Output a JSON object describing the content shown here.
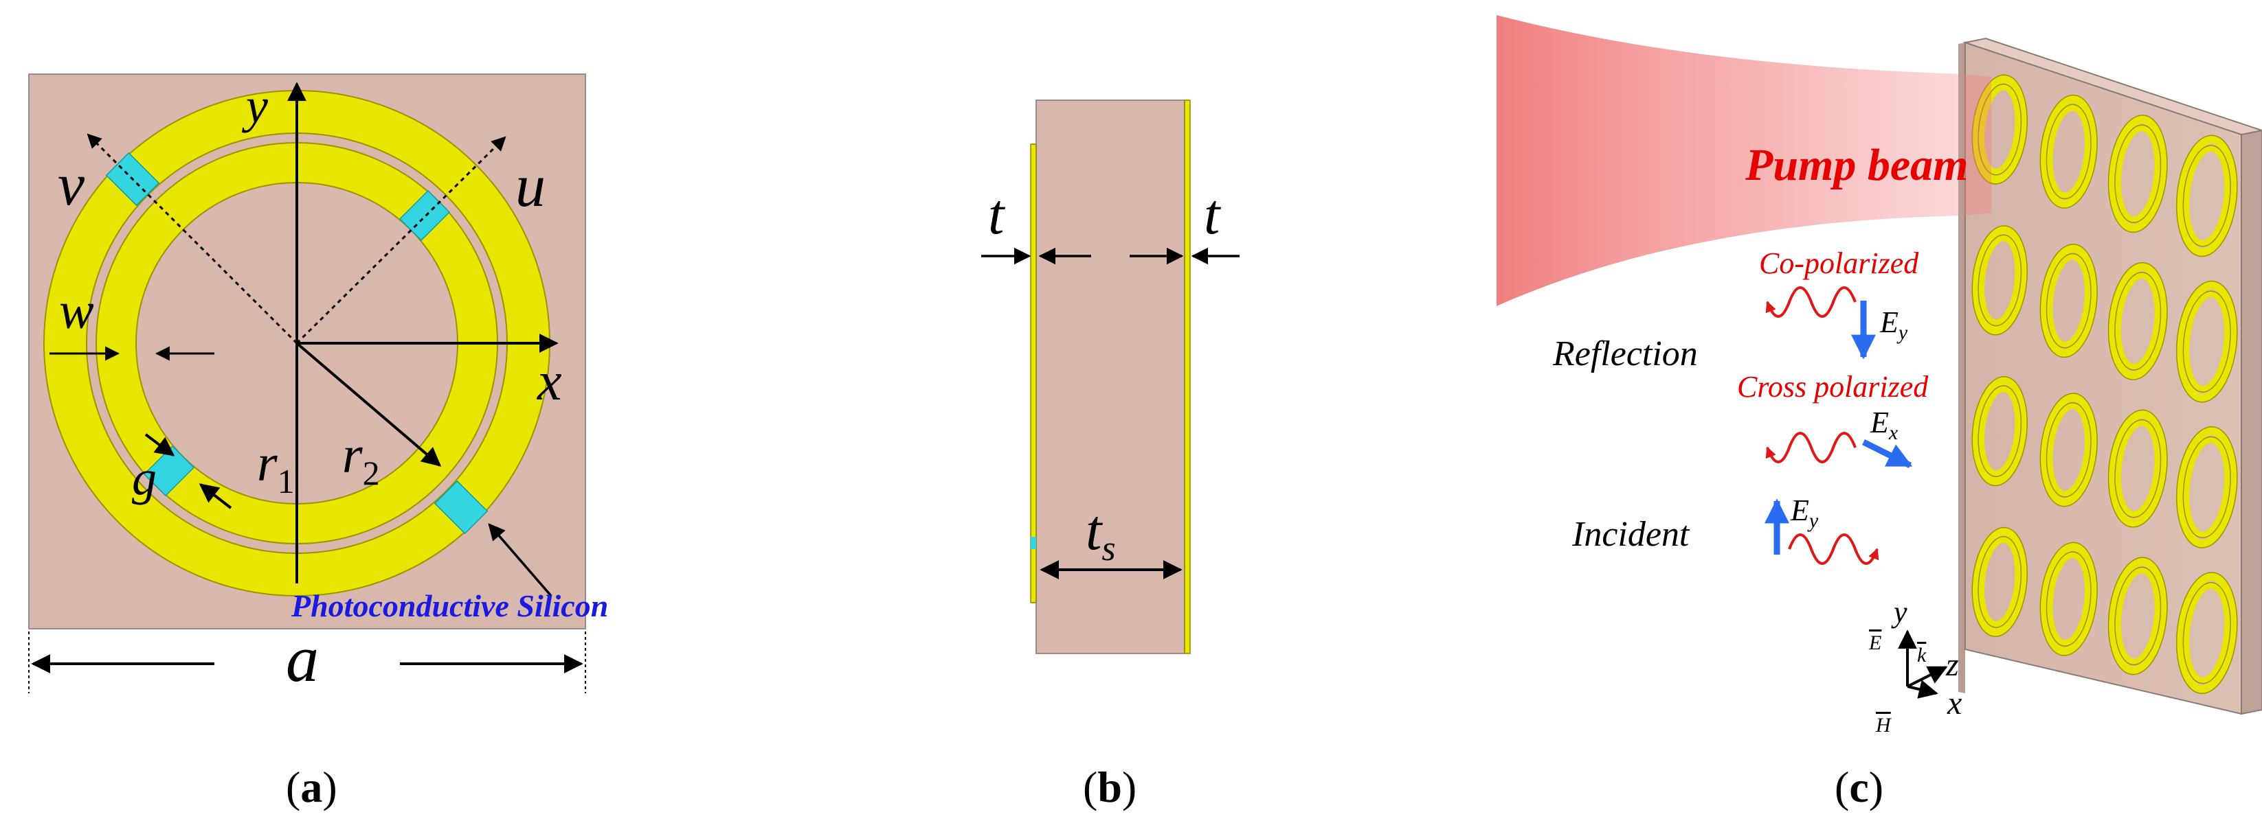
{
  "colors": {
    "substrate": "#d8b8ad",
    "gold": "#e8e600",
    "gold_edge": "#9a9400",
    "silicon": "#33d6e0",
    "pump": "#f0787a",
    "wave_red": "#e01818",
    "label_red": "#e60000",
    "vector_blue": "#2a6cf0",
    "label_blue": "#1a1ae0",
    "ink": "#000000"
  },
  "panel_a": {
    "axis_y": "y",
    "axis_x": "x",
    "axis_u": "u",
    "axis_v": "v",
    "label_w": "w",
    "label_g": "g",
    "label_r1": "r",
    "label_r1_sub": "1",
    "label_r2": "r",
    "label_r2_sub": "2",
    "label_a": "a",
    "label_silicon": "Photoconductive Silicon",
    "caption_open": "(",
    "caption_letter": "a",
    "caption_close": ")"
  },
  "panel_b": {
    "label_t_left": "t",
    "label_t_right": "t",
    "label_ts": "t",
    "label_ts_sub": "s",
    "caption_open": "(",
    "caption_letter": "b",
    "caption_close": ")"
  },
  "panel_c": {
    "pump_label": "Pump beam",
    "co_pol_label": "Co-polarized",
    "cross_pol_label": "Cross polarized",
    "reflection_label": "Reflection",
    "incident_label": "Incident",
    "ey_label": "E",
    "ey_sub": "y",
    "ex_label": "E",
    "ex_sub": "x",
    "ey2_label": "E",
    "ey2_sub": "y",
    "coord_y": "y",
    "coord_z": "z",
    "coord_x": "x",
    "coord_E": "E",
    "coord_k": "k",
    "coord_H": "H",
    "caption_open": "(",
    "caption_letter": "c",
    "caption_close": ")"
  }
}
